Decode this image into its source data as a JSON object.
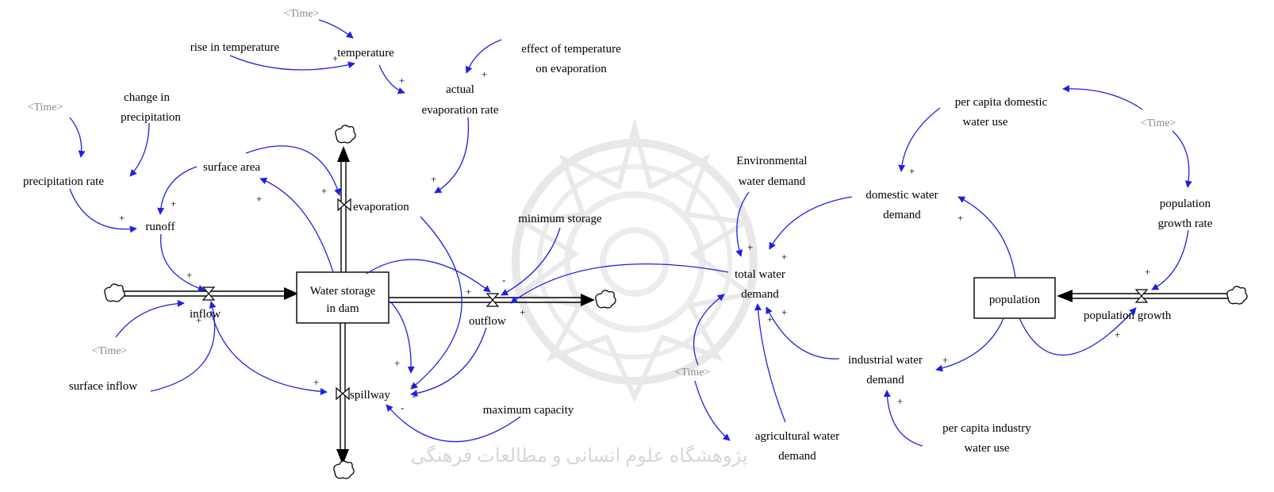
{
  "colors": {
    "link": "#1f1fe6",
    "text": "#000000",
    "shadow_text": "#8a8a8a",
    "pipe": "#000000",
    "watermark": "#d6d6d6"
  },
  "stocks": {
    "water_storage": [
      "Water storage",
      "in dam"
    ],
    "population": "population"
  },
  "flows": {
    "inflow": "inflow",
    "evaporation": "evaporation",
    "outflow": "outflow",
    "spillway": "spillway",
    "population_growth": "population growth"
  },
  "variables": {
    "rise_in_temperature": "rise in temperature",
    "temperature": "temperature",
    "effect_of_temperature": [
      "effect of temperature",
      "on evaporation"
    ],
    "actual_evaporation_rate": [
      "actual",
      "evaporation rate"
    ],
    "change_in_precipitation": [
      "change in",
      "precipitation"
    ],
    "precipitation_rate": "precipitation rate",
    "surface_area": "surface area",
    "runoff": "runoff",
    "surface_inflow": "surface inflow",
    "minimum_storage": "minimum storage",
    "maximum_capacity": "maximum capacity",
    "environmental_water_demand": [
      "Environmental",
      "water demand"
    ],
    "total_water_demand": [
      "total water",
      "demand"
    ],
    "per_capita_domestic_water_use": [
      "per capita domestic",
      "water use"
    ],
    "domestic_water_demand": [
      "domestic water",
      "demand"
    ],
    "population_growth_rate": [
      "population",
      "growth rate"
    ],
    "industrial_water_demand": [
      "industrial water",
      "demand"
    ],
    "agricultural_water_demand": [
      "agricultural water",
      "demand"
    ],
    "per_capita_industry_water_use": [
      "per capita industry",
      "water use"
    ]
  },
  "shadow_time_label": "<Time>",
  "polarity": {
    "plus": "+",
    "minus": "-"
  },
  "watermark_text": "پژوهشگاه علوم انسانی و مطالعات فرهنگی"
}
